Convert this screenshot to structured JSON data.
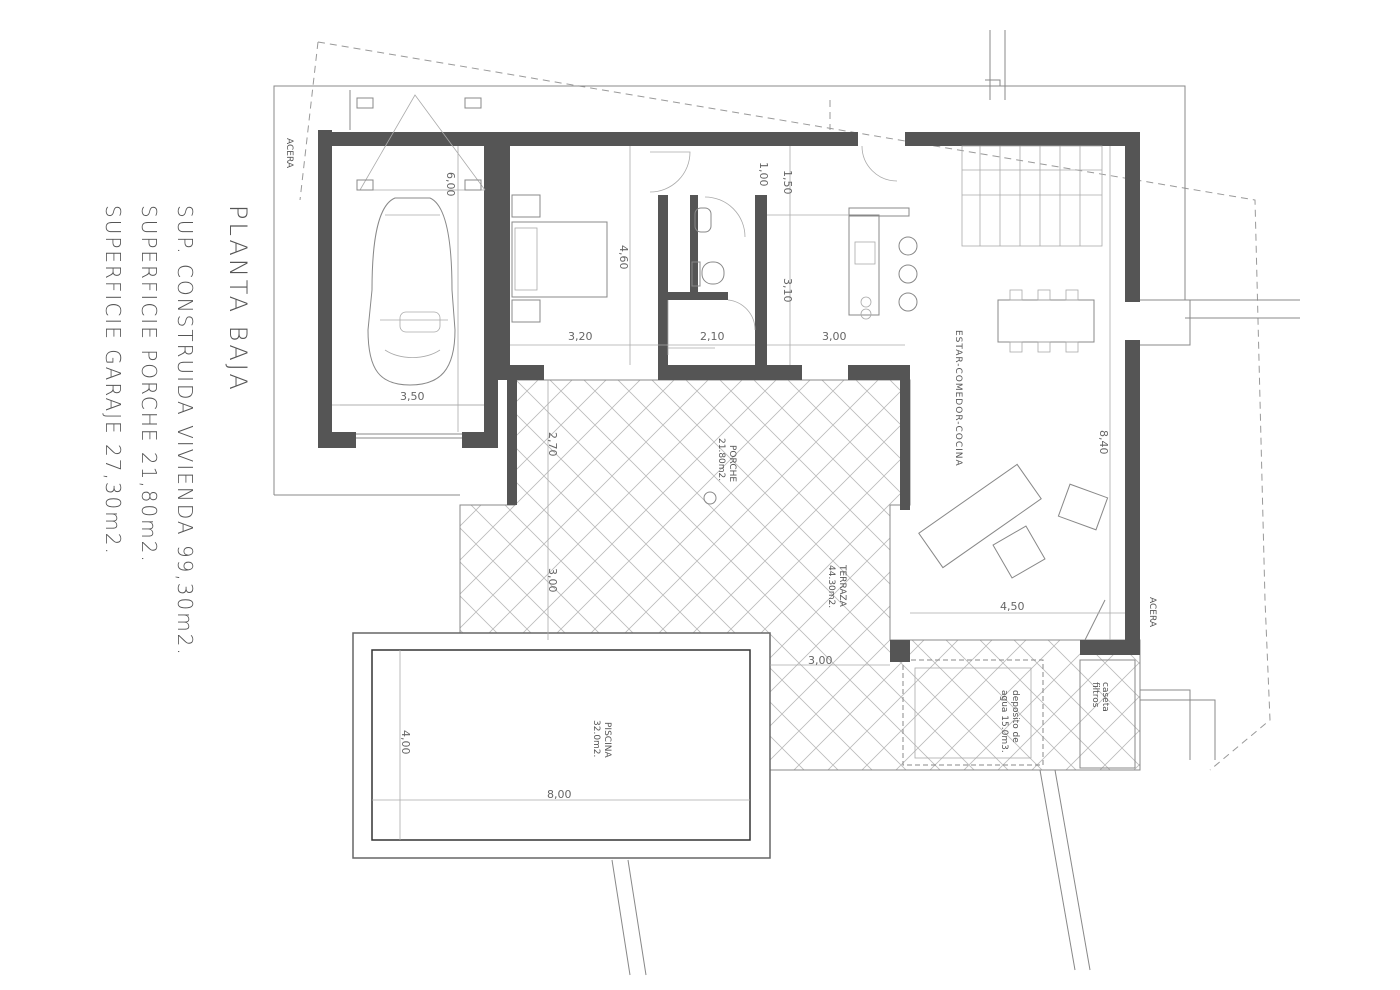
{
  "title": {
    "heading": "PLANTA BAJA",
    "line1": "SUP. CONSTRUIDA VIVIENDA 99,30m2.",
    "line2": "SUPERFICIE PORCHE 21,80m2.",
    "line3": "SUPERFICIE GARAJE 27,30m2."
  },
  "labels": {
    "acera_left": "ACERA",
    "acera_right": "ACERA",
    "porche": "PORCHE",
    "porche_area": "21.80m2.",
    "terraza": "TERRAZA",
    "terraza_area": "44.30m2.",
    "piscina": "PISCINA",
    "piscina_area": "32.0m2.",
    "estar": "ESTAR-COMEDOR-COCINA",
    "deposito_1": "deposito de",
    "deposito_2": "agua 15.0m3.",
    "caseta_1": "caseta",
    "caseta_2": "filtros"
  },
  "dimensions": {
    "garage_length": "6,00",
    "garage_width": "3,50",
    "bedroom_depth": "4,60",
    "bedroom_width": "3,20",
    "bath_width": "2,10",
    "kitchen_width": "3,00",
    "hall_1": "1,00",
    "hall_2": "1,50",
    "kitchen_depth": "3,10",
    "porch_depth": "2,70",
    "terrace_depth": "3,00",
    "terrace_width": "3,00",
    "living_depth": "8,40",
    "living_width": "4,50",
    "pool_width": "4,00",
    "pool_length": "8,00"
  }
}
